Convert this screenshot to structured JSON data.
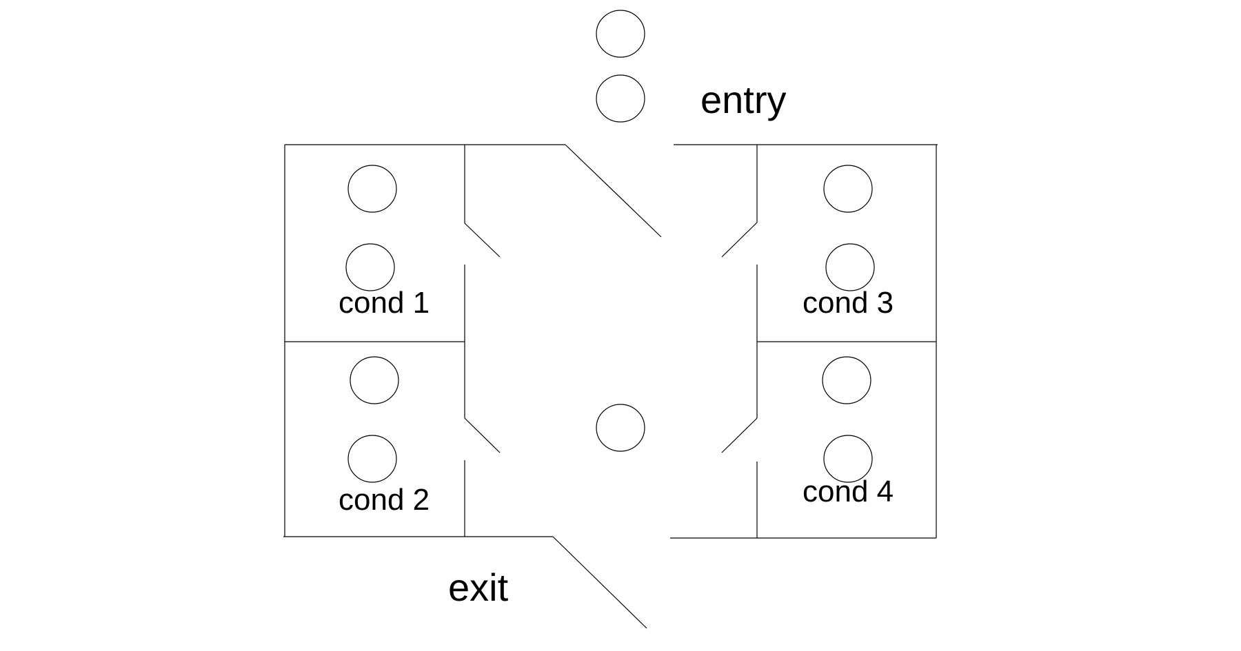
{
  "labels": {
    "entry": "entry",
    "exit": "exit",
    "cond1": "cond 1",
    "cond2": "cond 2",
    "cond3": "cond 3",
    "cond4": "cond 4"
  },
  "colors": {
    "line": "#000000",
    "background": "#ffffff"
  }
}
